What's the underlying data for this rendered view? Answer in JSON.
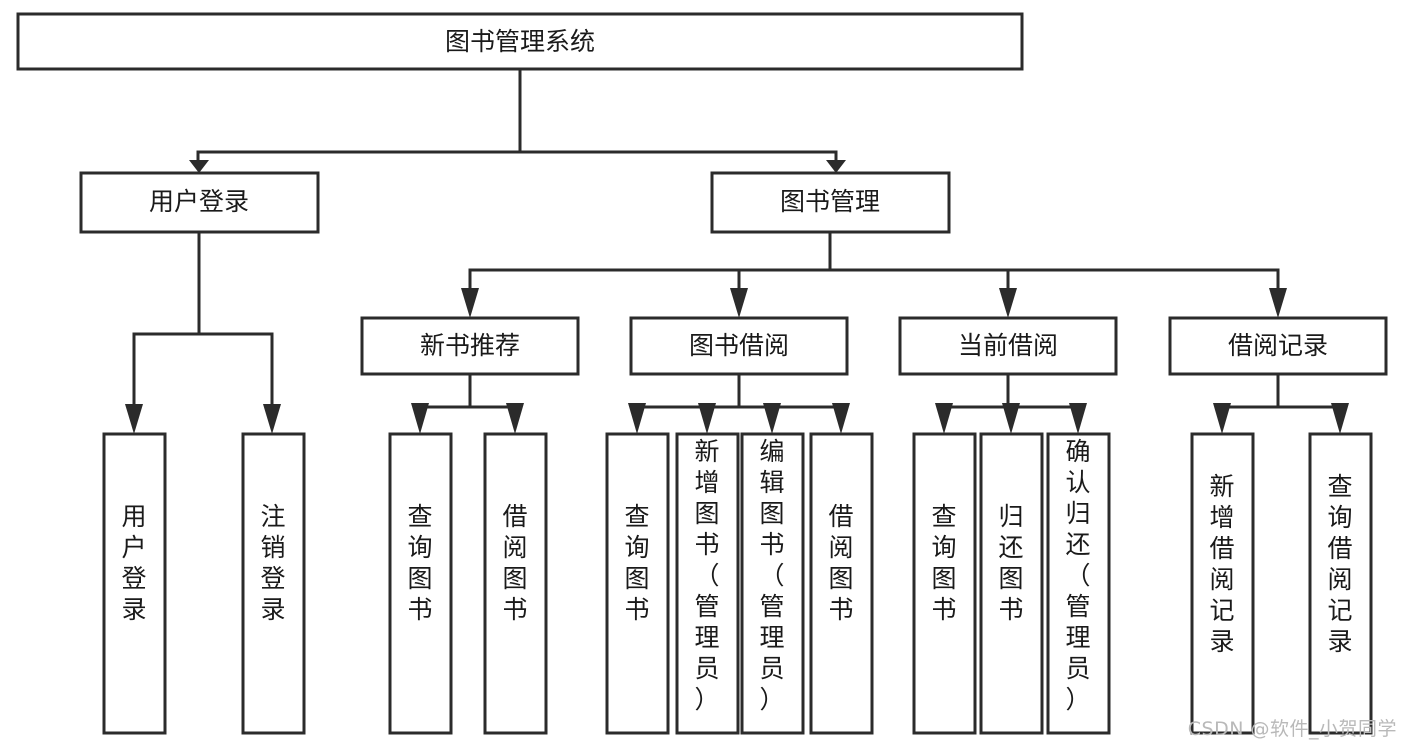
{
  "diagram": {
    "type": "tree",
    "title": "图书管理系统",
    "watermark": "CSDN @软件_小贺同学",
    "colors": {
      "box_stroke": "#2b2b2b",
      "box_fill": "#ffffff",
      "text": "#1a1a1a",
      "background": "#ffffff",
      "watermark": "#b9b9b9"
    },
    "root": {
      "label": "图书管理系统",
      "orientation": "horizontal"
    },
    "level1": [
      {
        "label": "用户登录",
        "orientation": "horizontal"
      },
      {
        "label": "图书管理",
        "orientation": "horizontal"
      }
    ],
    "level2": [
      {
        "label": "新书推荐",
        "orientation": "horizontal",
        "parent": "图书管理"
      },
      {
        "label": "图书借阅",
        "orientation": "horizontal",
        "parent": "图书管理"
      },
      {
        "label": "当前借阅",
        "orientation": "horizontal",
        "parent": "图书管理"
      },
      {
        "label": "借阅记录",
        "orientation": "horizontal",
        "parent": "图书管理"
      }
    ],
    "leaves": {
      "user_login": [
        {
          "label": "用户登录",
          "orientation": "vertical"
        },
        {
          "label": "注销登录",
          "orientation": "vertical"
        }
      ],
      "new_book_recommend": [
        {
          "label": "查询图书",
          "orientation": "vertical"
        },
        {
          "label": "借阅图书",
          "orientation": "vertical"
        }
      ],
      "book_borrow": [
        {
          "label": "查询图书",
          "orientation": "vertical"
        },
        {
          "label": "新增图书（管理员）",
          "orientation": "vertical"
        },
        {
          "label": "编辑图书（管理员）",
          "orientation": "vertical"
        },
        {
          "label": "借阅图书",
          "orientation": "vertical"
        }
      ],
      "current_borrow": [
        {
          "label": "查询图书",
          "orientation": "vertical"
        },
        {
          "label": "归还图书",
          "orientation": "vertical"
        },
        {
          "label": "确认归还（管理员）",
          "orientation": "vertical"
        }
      ],
      "borrow_record": [
        {
          "label": "新增借阅记录",
          "orientation": "vertical"
        },
        {
          "label": "查询借阅记录",
          "orientation": "vertical"
        }
      ]
    }
  }
}
